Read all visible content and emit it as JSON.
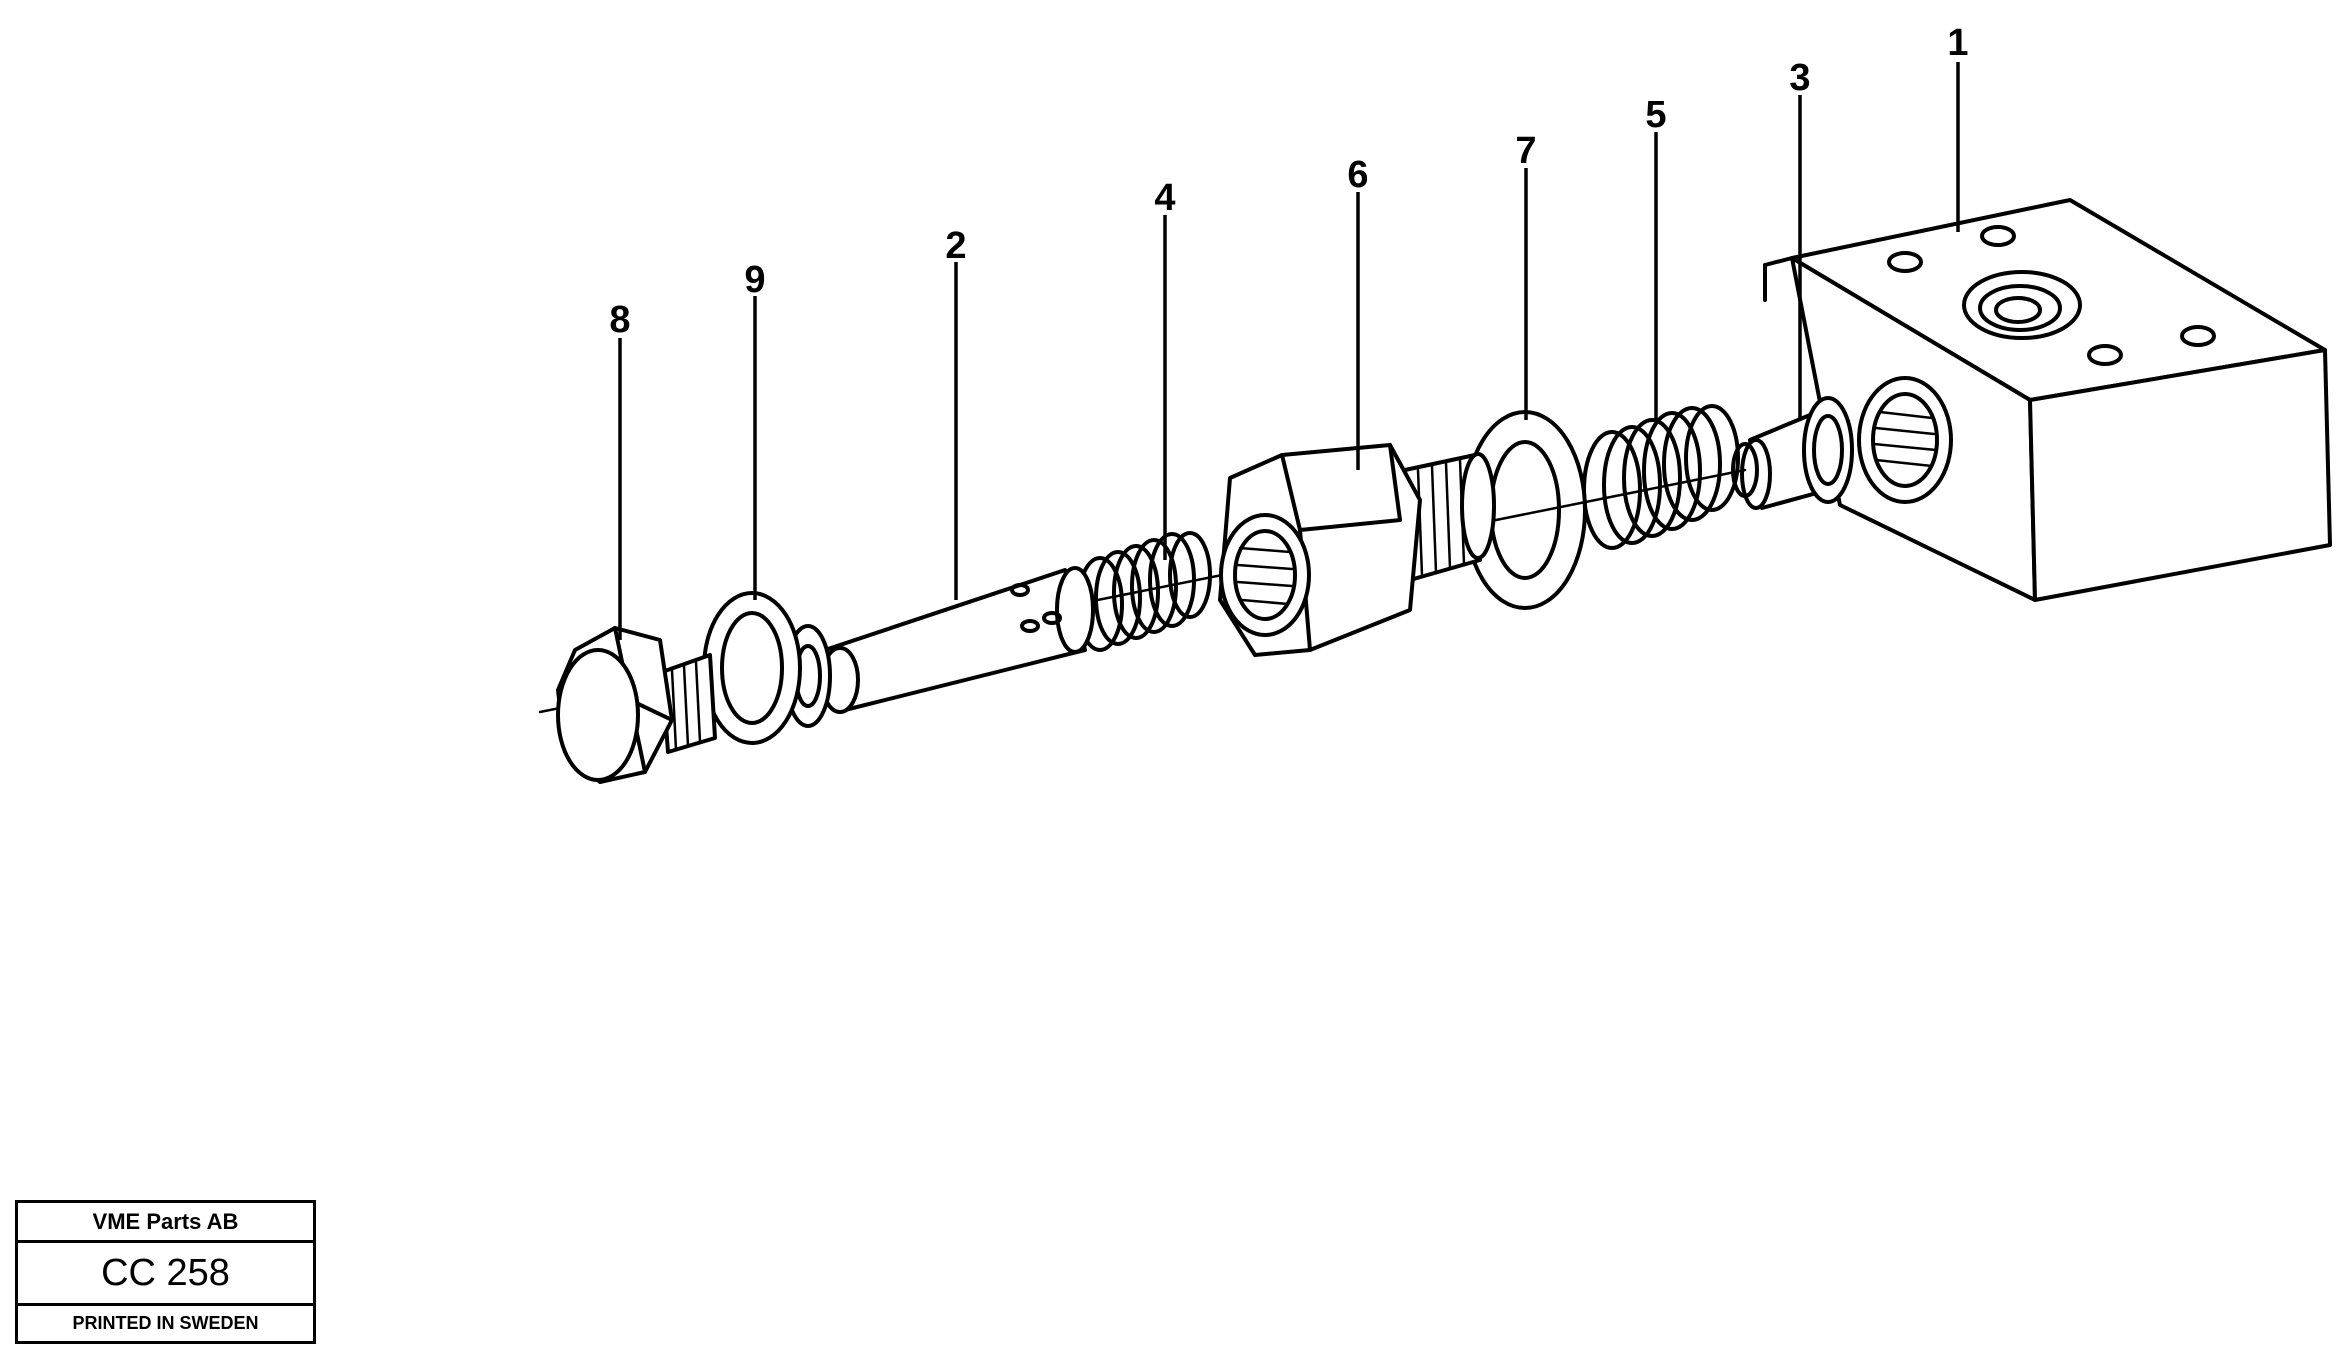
{
  "diagram": {
    "callouts": [
      {
        "id": "1",
        "label": "1"
      },
      {
        "id": "2",
        "label": "2"
      },
      {
        "id": "3",
        "label": "3"
      },
      {
        "id": "4",
        "label": "4"
      },
      {
        "id": "5",
        "label": "5"
      },
      {
        "id": "6",
        "label": "6"
      },
      {
        "id": "7",
        "label": "7"
      },
      {
        "id": "8",
        "label": "8"
      },
      {
        "id": "9",
        "label": "9"
      }
    ]
  },
  "titleblock": {
    "company": "VME Parts AB",
    "code": "CC 258",
    "footer": "PRINTED IN SWEDEN"
  }
}
